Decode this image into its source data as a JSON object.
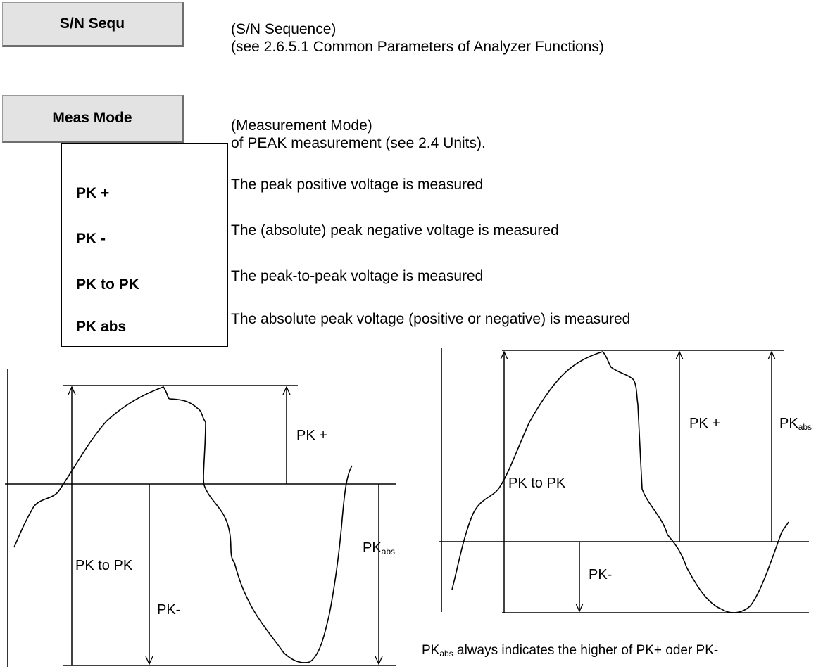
{
  "softkeys": {
    "sn_sequ": {
      "label": "S/N Sequ",
      "desc_line1": "(S/N Sequence)",
      "desc_line2": "(see 2.6.5.1  Common Parameters of Analyzer Functions)"
    },
    "meas_mode": {
      "label": "Meas Mode",
      "desc_line1": "(Measurement Mode)",
      "desc_line2": "of PEAK measurement (see 2.4  Units)."
    }
  },
  "options": [
    {
      "label": "PK +",
      "desc": "The peak positive voltage is measured"
    },
    {
      "label": "PK -",
      "desc": "The (absolute) peak negative voltage is measured"
    },
    {
      "label": "PK to PK",
      "desc": "The peak-to-peak voltage is measured"
    },
    {
      "label": "PK abs",
      "desc": "The absolute peak voltage (positive or negative) is measured"
    }
  ],
  "diagram_left": {
    "pk_plus": "PK +",
    "pk_to_pk": "PK to PK",
    "pk_minus": "PK-",
    "pk_abs_main": "PK",
    "pk_abs_sub": "abs"
  },
  "diagram_right": {
    "pk_plus": "PK +",
    "pk_abs_main": "PK",
    "pk_abs_sub": "abs",
    "pk_to_pk": "PK to PK",
    "pk_minus": "PK-",
    "note_main": "PK",
    "note_sub": "abs",
    "note_rest": " always indicates the higher of  PK+ oder PK-"
  }
}
